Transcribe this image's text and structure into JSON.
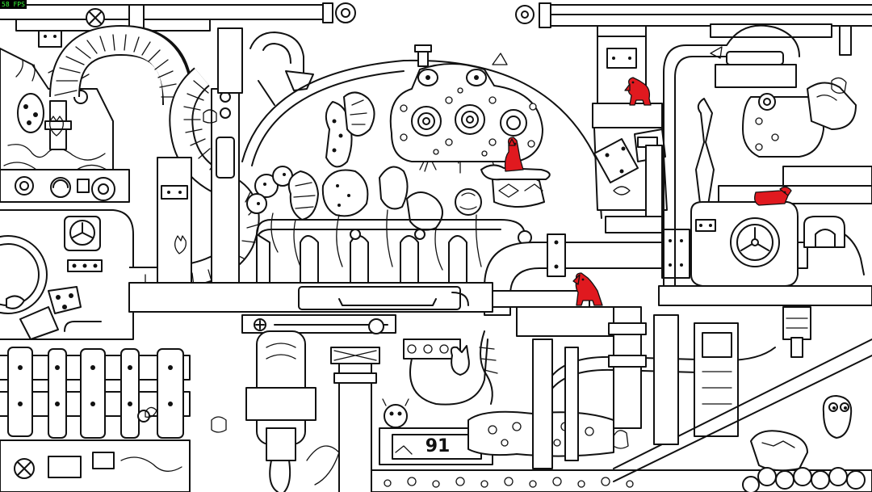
{
  "hud": {
    "fps_text": "58 FPS",
    "remaining_count": "91"
  },
  "colors": {
    "ink": "#111111",
    "paper": "#ffffff",
    "found_highlight": "#e0191f",
    "fps_text": "#39ff39"
  },
  "found_items": [
    {
      "name": "red-dog",
      "type": "dog"
    },
    {
      "name": "red-dog",
      "type": "dog"
    },
    {
      "name": "red-dog",
      "type": "dog"
    },
    {
      "name": "red-dog",
      "type": "dog-lying"
    }
  ]
}
